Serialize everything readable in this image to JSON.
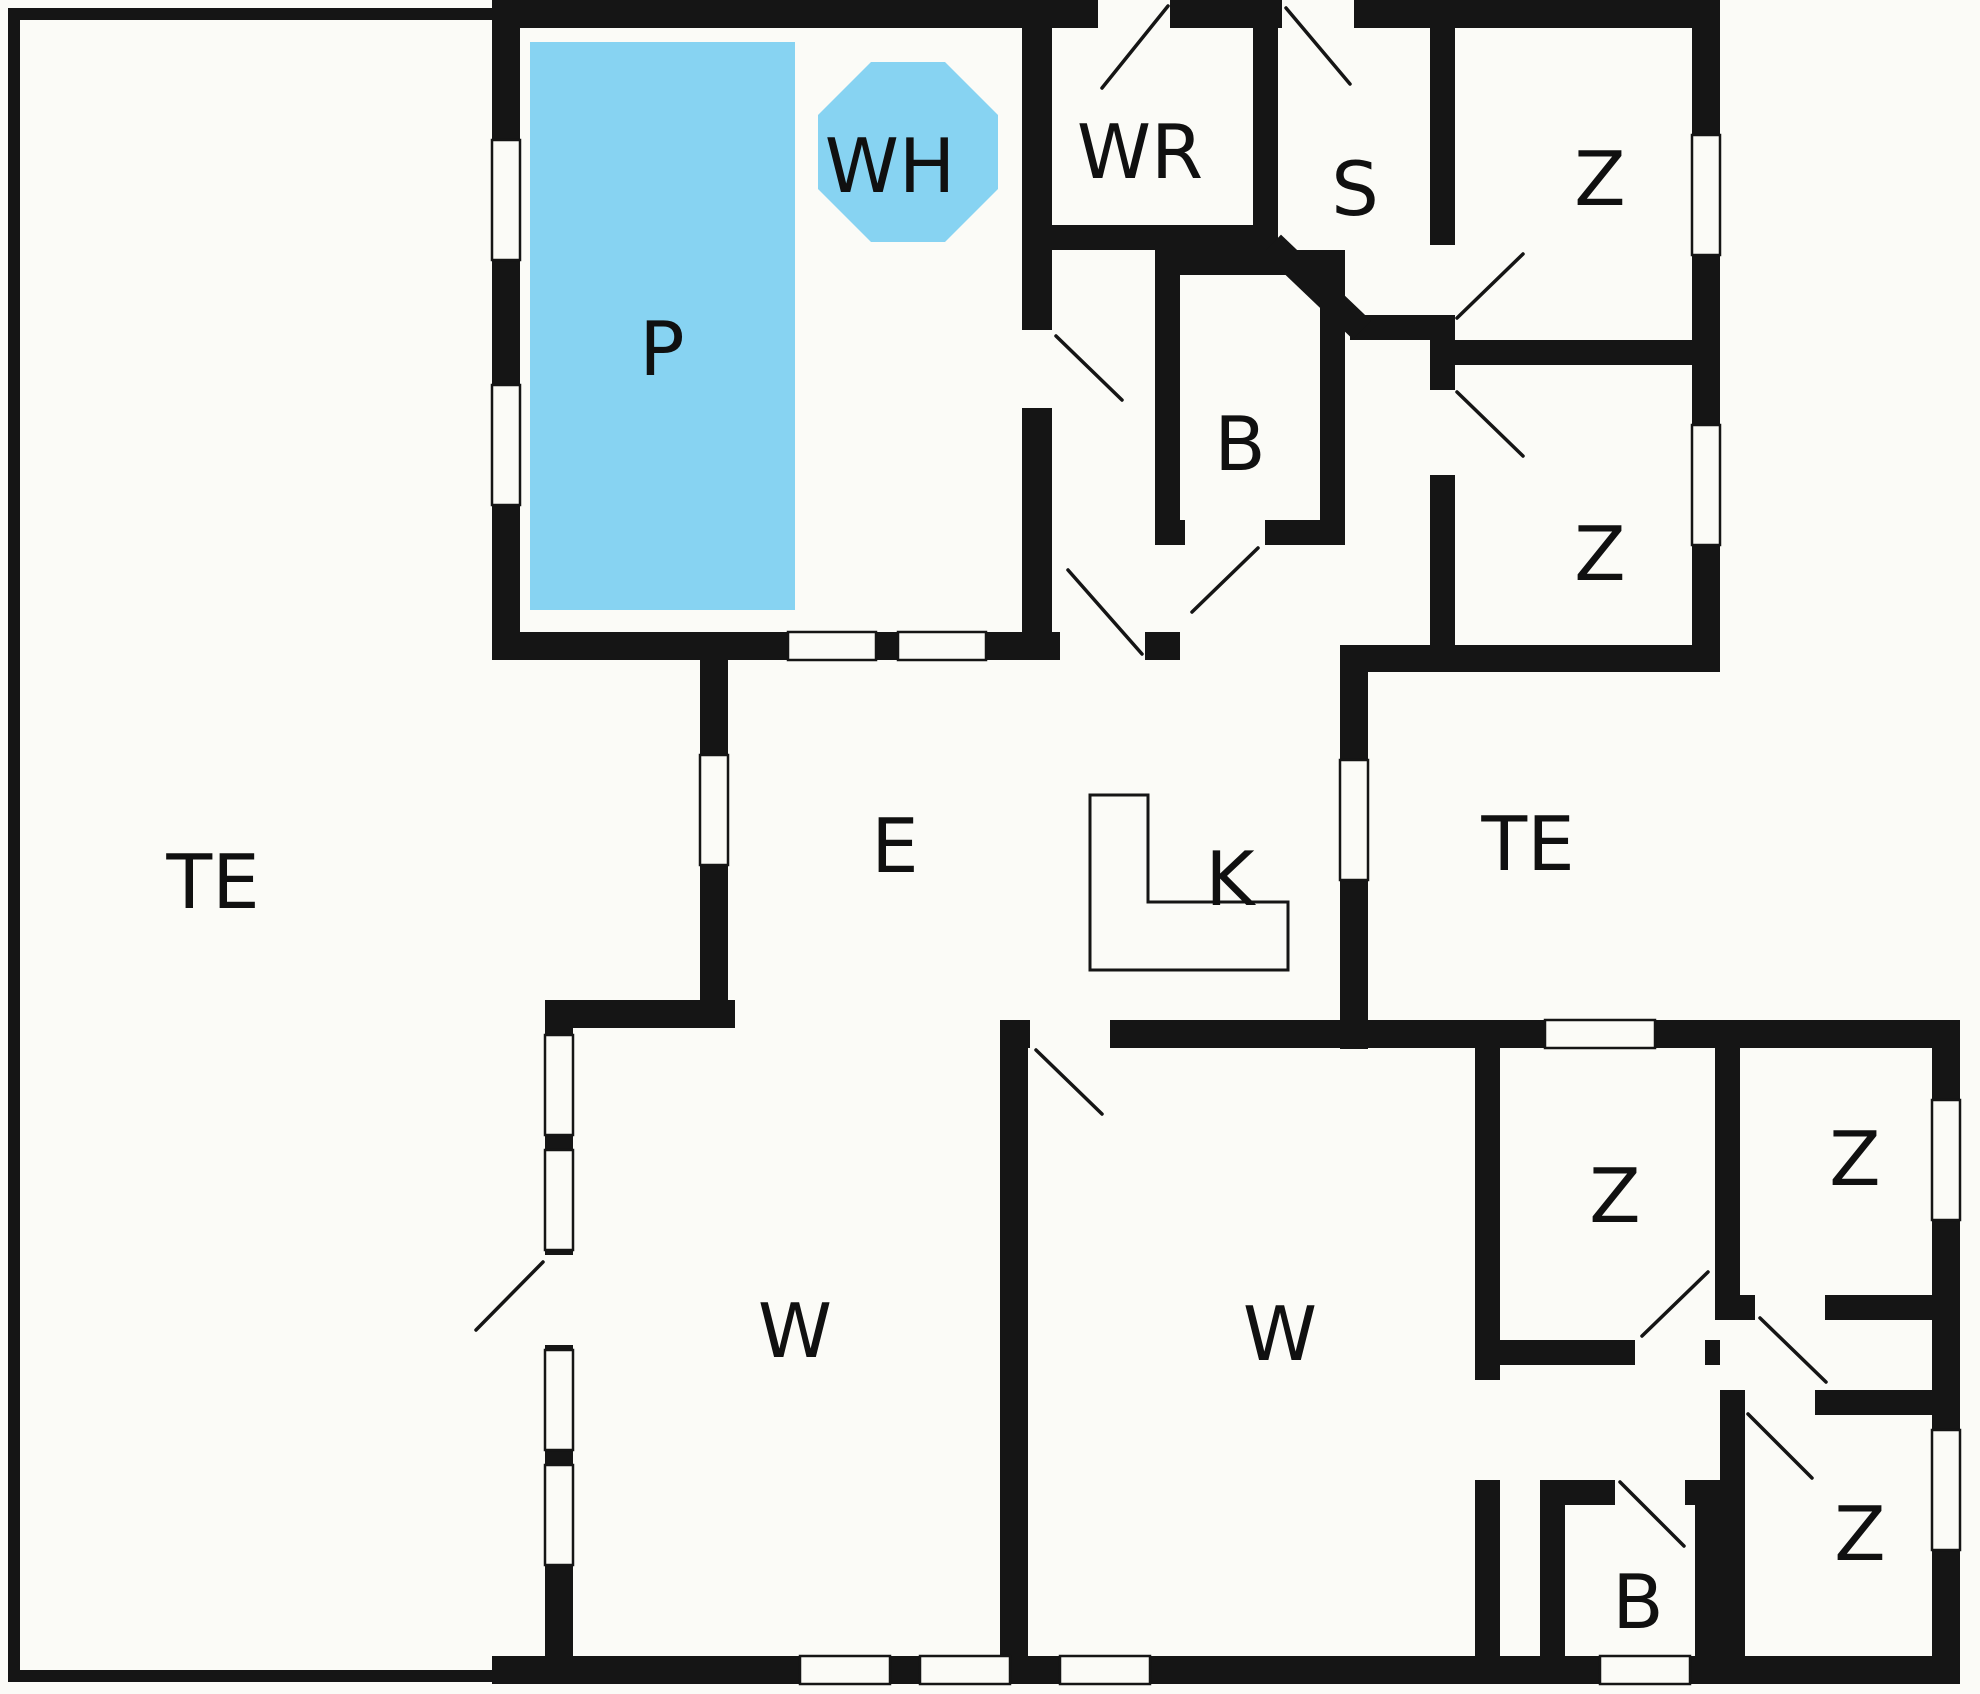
{
  "colors": {
    "background": "#fbfbf7",
    "wall": "#151515",
    "water": "#87d3f2",
    "label_text": "#101010"
  },
  "rooms": [
    {
      "id": "terrace-left",
      "label": "TE"
    },
    {
      "id": "pool",
      "label": "P"
    },
    {
      "id": "whirlpool",
      "label": "WH"
    },
    {
      "id": "utility-room",
      "label": "WR"
    },
    {
      "id": "sauna",
      "label": "S"
    },
    {
      "id": "bedroom-top-1",
      "label": "Z"
    },
    {
      "id": "bedroom-top-2",
      "label": "Z"
    },
    {
      "id": "bathroom-top",
      "label": "B"
    },
    {
      "id": "entry-hall",
      "label": "E"
    },
    {
      "id": "kitchen",
      "label": "K"
    },
    {
      "id": "terrace-right",
      "label": "TE"
    },
    {
      "id": "living-left",
      "label": "W"
    },
    {
      "id": "living-right",
      "label": "W"
    },
    {
      "id": "bedroom-wing-1",
      "label": "Z"
    },
    {
      "id": "bedroom-wing-2",
      "label": "Z"
    },
    {
      "id": "bedroom-wing-3",
      "label": "Z"
    },
    {
      "id": "bathroom-wing",
      "label": "B"
    }
  ]
}
